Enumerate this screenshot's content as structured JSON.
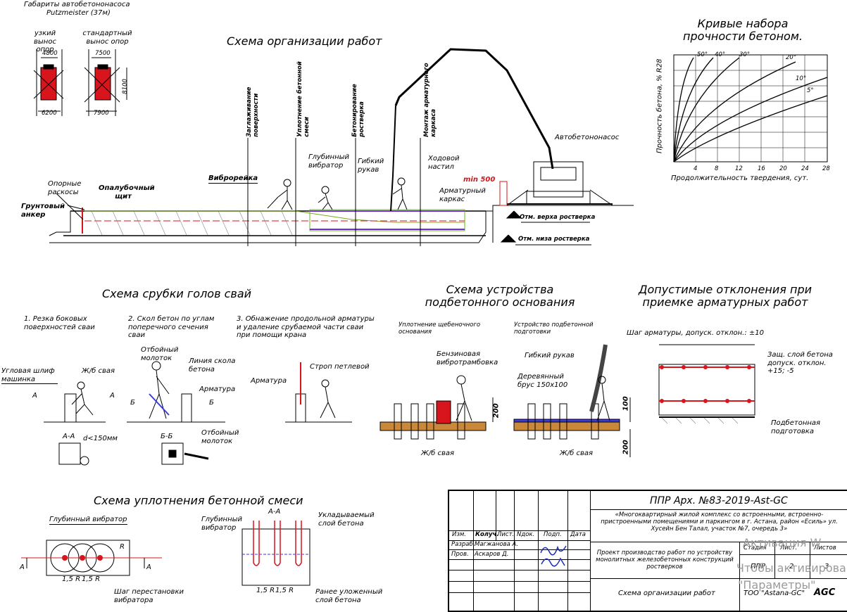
{
  "dims": {
    "title": "Габариты автобетононасоса",
    "subtitle": "Putzmeister (37м)",
    "narrow_label": "узкий вынос опор",
    "standard_label": "стандартный вынос опор",
    "narrow_top": "4800",
    "narrow_bottom": "6200",
    "standard_top": "7500",
    "standard_bottom": "7900",
    "height": "8100"
  },
  "org": {
    "title": "Схема организации работ",
    "labels": {
      "smoothing": "Заглаживание поверхности",
      "compaction": "Уплотнение бетонной смеси",
      "concreting": "Бетонирование ростверка",
      "rebar_mount": "Монтаж арматурного каркаса",
      "vibrorail": "Виброрейка",
      "deep_vibrator": "Глубинный вибратор",
      "flex_hose": "Гибкий рукав",
      "walkway": "Ходовой настил",
      "min": "min 500",
      "rebar_cage": "Арматурный каркас",
      "supports": "Опорные раскосы",
      "formwork": "Опалубочный щит",
      "anchor": "Грунтовый анкер",
      "pump": "Автобетононасос",
      "top_mark": "Отм. верха ростверка",
      "bottom_mark": "Отм. низа ростверка"
    }
  },
  "curves": {
    "title": "Кривые набора прочности бетоном.",
    "ylabel": "Прочность бетона, % R28",
    "xlabel": "Продолжительность твердения, сут.",
    "x_ticks": [
      "4",
      "8",
      "12",
      "16",
      "20",
      "24",
      "28"
    ],
    "series_labels": [
      "50°",
      "40°",
      "30°",
      "20°",
      "10°",
      "5°"
    ]
  },
  "pile": {
    "title": "Схема срубки голов свай",
    "step1": "1. Резка боковых поверхностей сваи",
    "step2": "2. Скол бетон по углам поперечного сечения сваи",
    "step3": "3. Обнажение продольной арматуры и удаление срубаемой части сваи при помощи крана",
    "grinder": "Угловая шлиф машинка",
    "pile_rc": "Ж/б свая",
    "aa": "А-А",
    "d150": "d<150мм",
    "hammer": "Отбойный молоток",
    "chip_line": "Линия скола бетона",
    "rebar": "Арматура",
    "bb": "Б-Б",
    "hammer2": "Отбойный молоток",
    "rebar3": "Арматура",
    "sling": "Строп петлевой",
    "a": "А",
    "b": "Б"
  },
  "base": {
    "title": "Схема устройства подбетонного основания",
    "sub1": "Уплотнение щебеночного основания",
    "sub2": "Устройство подбетонной подготовки",
    "compactor": "Бензиновая вибротрамбовка",
    "hose": "Гибкий рукав",
    "beam": "Деревянный брус 150х100",
    "pile1": "Ж/б свая",
    "pile2": "Ж/б свая",
    "d200a": "200",
    "d100": "100",
    "d200b": "200"
  },
  "tol": {
    "title": "Допустимые отклонения при приемке арматурных работ",
    "step": "Шаг арматуры, допуск. отклон.: ±10",
    "cover": "Защ. слой бетона допуск. отклон. +15; -5",
    "prep": "Подбетонная подготовка"
  },
  "vib": {
    "title": "Схема уплотнения бетонной смеси",
    "deep_vibrator": "Глубинный вибратор",
    "step": "Шаг перестановки вибратора",
    "aa": "А-А",
    "deep_vibrator2": "Глубинный вибратор",
    "layer": "Укладываемый слой бетона",
    "prev_layer": "Ранее уложенный слой бетона",
    "dim": "1,5 R",
    "r": "R",
    "a": "А"
  },
  "stamp": {
    "code": "ППР Арх. №83-2019-Ast-GC",
    "project": "«Многоквартирный жилой комплекс со встроенными, встроенно-пристроенными помещениями и паркингом в г. Астана, район «Есиль» ул. Хусейн Бен Талал, участок №7, очередь 3»",
    "col_headers": [
      "Изм.",
      "Колуч.",
      "Лист.",
      "Nдок.",
      "Подп.",
      "Дата"
    ],
    "dev_role": "Разраб.",
    "dev_name": "Магжанова А.",
    "chk_role": "Пров.",
    "chk_name": "Аскаров Д.",
    "desc": "Проект производство работ по устройству монолитных железобетонных конструкций ростверков",
    "stage_h": "Стадия",
    "sheet_h": "Лист.",
    "sheets_h": "Листов",
    "stage": "ППР",
    "sheet": "2",
    "sheets": "3",
    "sheet_title": "Схема организации работ",
    "company": "ТОО \"Astana-GC\"",
    "logo": "AGC"
  },
  "watermark": {
    "line1": "Активация W",
    "line2": "Чтобы активирова",
    "line3": "\"Параметры\"."
  }
}
